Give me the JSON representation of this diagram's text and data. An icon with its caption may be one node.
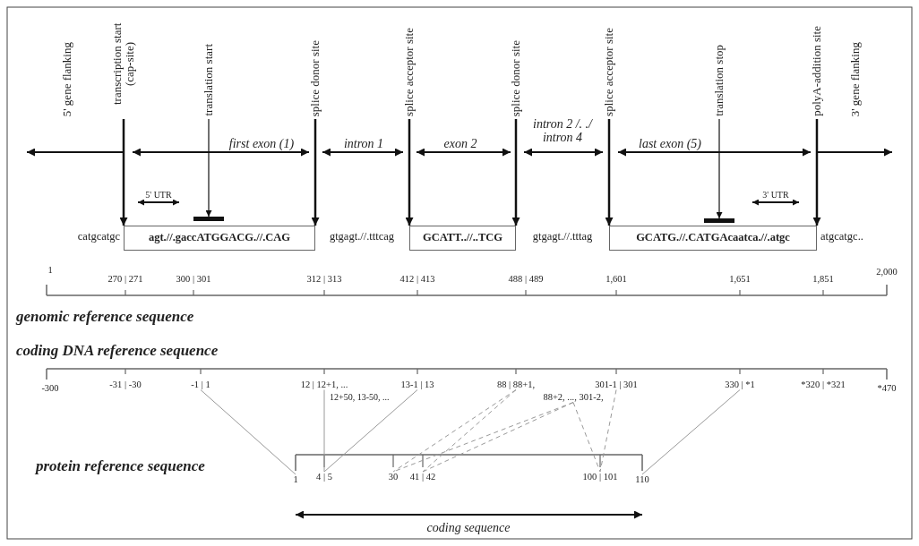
{
  "diagram": {
    "nodes": [
      {
        "text": [
          "transcription start (cap-site)"
        ]
      },
      {
        "text": [
          "translation start"
        ]
      },
      {
        "text": [
          "splice donor site"
        ]
      },
      {
        "text": [
          "splice acceptor site"
        ]
      },
      {
        "text": [
          "splice donor site"
        ]
      },
      {
        "text": [
          "splice acceptor site"
        ]
      },
      {
        "text": [
          "translation stop"
        ]
      },
      {
        "text": [
          "polyA-addition site"
        ]
      },
      {
        "text": [
          "agt.//.gaccATGGACG.//.CAG"
        ]
      },
      {
        "text": [
          "GCATT..//..TCG"
        ]
      },
      {
        "text": [
          "GCATG.//.CATGAcaatca.//.atgc"
        ]
      },
      {
        "text": [],
        "shape": "bar"
      },
      {
        "text": [],
        "shape": "bar"
      },
      {
        "text": [
          "-1 | 1"
        ]
      },
      {
        "text": [
          "12 | 12+1, ..."
        ]
      },
      {
        "text": [
          "13-1 | 13"
        ]
      },
      {
        "text": [
          "88 | 88+1,"
        ]
      },
      {
        "text": [
          "88+2, ..., 301-2,"
        ]
      },
      {
        "text": [
          "301-1 | 301"
        ]
      },
      {
        "text": [
          "330 | *1"
        ]
      },
      {
        "text": [
          "1"
        ]
      },
      {
        "text": [
          "4 | 5"
        ]
      },
      {
        "text": [
          "30"
        ]
      },
      {
        "text": [
          "41 | 42"
        ]
      },
      {
        "text": [
          "100 | 101"
        ]
      },
      {
        "text": [
          "110"
        ]
      }
    ],
    "edges": [
      {
        "from": 0,
        "to": 8,
        "arrow": "to",
        "color": "#111111"
      },
      {
        "from": 1,
        "to": 11,
        "arrow": "to",
        "color": "#111111"
      },
      {
        "from": 2,
        "to": 8,
        "arrow": "to",
        "color": "#111111"
      },
      {
        "from": 3,
        "to": 9,
        "arrow": "to",
        "color": "#111111"
      },
      {
        "from": 4,
        "to": 9,
        "arrow": "to",
        "color": "#111111"
      },
      {
        "from": 5,
        "to": 10,
        "arrow": "to",
        "color": "#111111"
      },
      {
        "from": 6,
        "to": 12,
        "arrow": "to",
        "color": "#111111"
      },
      {
        "from": 7,
        "to": 10,
        "arrow": "to",
        "color": "#111111"
      },
      {
        "from": 13,
        "to": 20,
        "arrow": "none"
      },
      {
        "from": 14,
        "to": 21,
        "arrow": "none"
      },
      {
        "from": 15,
        "to": 21,
        "arrow": "none"
      },
      {
        "from": 16,
        "to": 22,
        "arrow": "none",
        "style": "dashed"
      },
      {
        "from": 17,
        "to": 22,
        "arrow": "none",
        "style": "dashed"
      },
      {
        "from": 16,
        "to": 23,
        "arrow": "none",
        "style": "dashed"
      },
      {
        "from": 17,
        "to": 23,
        "arrow": "none",
        "style": "dashed"
      },
      {
        "from": 18,
        "to": 24,
        "arrow": "none",
        "style": "dashed"
      },
      {
        "from": 17,
        "to": 24,
        "arrow": "none",
        "style": "dashed"
      },
      {
        "from": 19,
        "to": 25,
        "arrow": "none"
      }
    ],
    "labels": [
      "5' gene flanking",
      "first exon (1)",
      "intron 1",
      "exon 2",
      "intron 2 /. ./ intron 4",
      "last exon (5)",
      "3' gene flanking",
      "5' UTR",
      "3' UTR",
      "catgcatgc",
      "gtgagt.//.tttcag",
      "gtgagt.//.tttag",
      "atgcatgc..",
      "1",
      "270 | 271",
      "300 | 301",
      "312 | 313",
      "412 | 413",
      "488 | 489",
      "1,601",
      "1,651",
      "1,851",
      "2,000",
      "genomic reference sequence",
      "coding DNA reference sequence",
      "-300",
      "-31 | -30",
      "12+50, 13-50, ...",
      "*320 | *321",
      "*470",
      "protein reference sequence",
      "coding sequence"
    ]
  }
}
